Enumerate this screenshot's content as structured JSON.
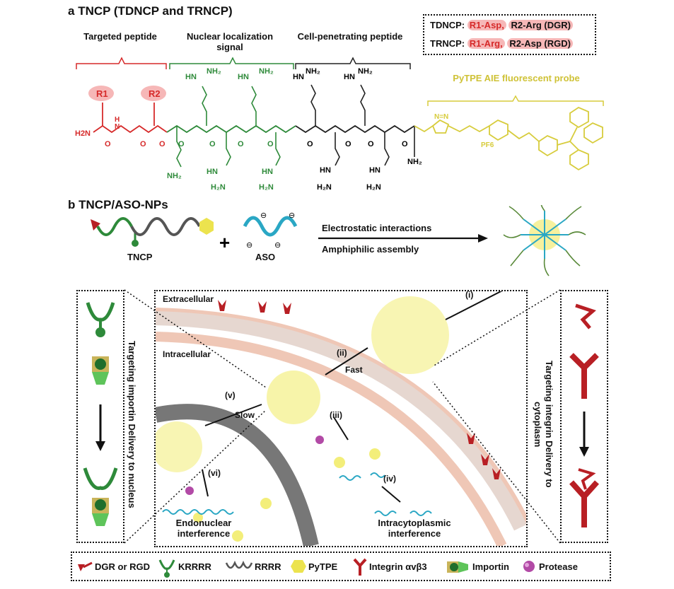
{
  "panel_a": {
    "title_prefix": "a",
    "title": "TNCP (TDNCP and TRNCP)",
    "sections": [
      {
        "label": "Targeted peptide"
      },
      {
        "label": "Nuclear localization signal"
      },
      {
        "label": "Cell-penetrating peptide"
      },
      {
        "label": "PyTPE AIE fluorescent probe"
      }
    ],
    "legend_box": {
      "line1_prefix": "TDNCP:",
      "line1_r1": "R1-Asp,",
      "line1_r2": "R2-Arg (DGR)",
      "line2_prefix": "TRNCP:",
      "line2_r1": "R1-Arg,",
      "line2_r2": "R2-Asp (RGD)"
    },
    "r1": "R1",
    "r2": "R2",
    "nh2_left": "H2N",
    "pf6": "PF6"
  },
  "panel_b": {
    "title_prefix": "b",
    "title": "TNCP/ASO-NPs",
    "tncp_label": "TNCP",
    "aso_label": "ASO",
    "plus": "+",
    "arrow_line1": "Electrostatic interactions",
    "arrow_line2": "Amphiphilic assembly",
    "extracellular": "Extracellular",
    "intracellular": "Intracellular",
    "steps": {
      "i": "(i)",
      "ii": "(ii)",
      "iii": "(iii)",
      "iv": "(iv)",
      "v": "(v)",
      "vi": "(vi)"
    },
    "fast": "Fast",
    "slow": "Slow",
    "endonuclear": "Endonuclear interference",
    "intracytoplasmic": "Intracytoplasmic interference",
    "left_side_text": "Targeting importin Delivery to nucleus",
    "right_side_text": "Targeting integrin Delivery to cytoplasm"
  },
  "legend": {
    "items": [
      "DGR or RGD",
      "KRRRR",
      "RRRR",
      "PyTPE",
      "Integrin αvβ3",
      "Importin",
      "Protease"
    ]
  },
  "colors": {
    "red": "#d62a2a",
    "green": "#2e8a3a",
    "yellow": "#d7cc3c",
    "cyan": "#2aa7c4",
    "dark_red": "#b81f24"
  }
}
